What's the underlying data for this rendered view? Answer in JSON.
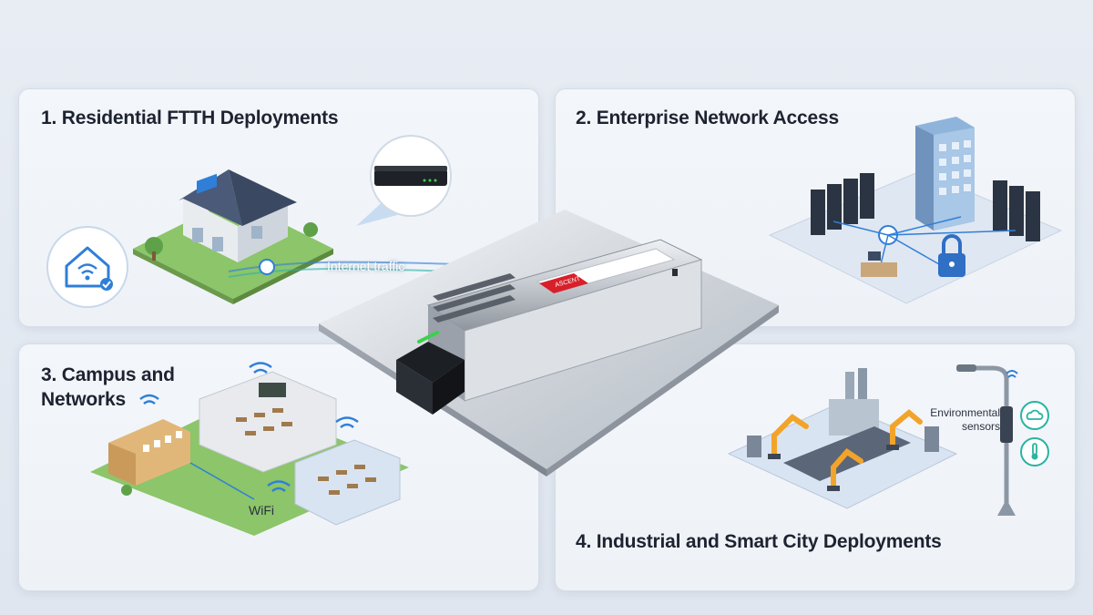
{
  "panels": {
    "residential": {
      "title": "1. Residential FTTH Deployments",
      "label": "Internet traffic"
    },
    "enterprise": {
      "title": "2. Enterprise Network Access"
    },
    "campus": {
      "title": "3. Campus and Networks",
      "label": "WiFi"
    },
    "industrial": {
      "title": "4. Industrial and Smart City Deployments",
      "label_line1": "Environmental",
      "label_line2": "sensors"
    }
  },
  "module": {
    "brand": "ASCENT"
  },
  "colors": {
    "fiber": "#2bb3a3",
    "accent_blue": "#2f7fd8",
    "roof": "#4a5a78",
    "grass": "#8cc56a",
    "robot": "#f2a42a",
    "module_red": "#d8202a",
    "latch_green": "#3bd24a"
  }
}
